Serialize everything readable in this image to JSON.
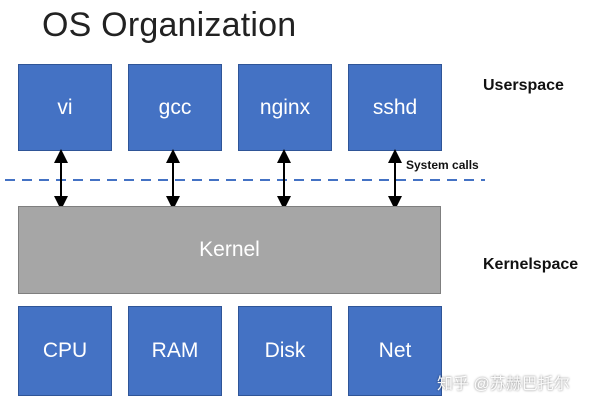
{
  "title": "OS Organization",
  "user_programs": [
    "vi",
    "gcc",
    "nginx",
    "sshd"
  ],
  "hardware": [
    "CPU",
    "RAM",
    "Disk",
    "Net"
  ],
  "kernel_label": "Kernel",
  "labels": {
    "userspace": "Userspace",
    "kernelspace": "Kernelspace",
    "system_calls": "System calls"
  },
  "watermark": "知乎 @苏赫巴托尔",
  "colors": {
    "box_blue": "#4472c4",
    "kernel_gray": "#a6a6a6",
    "dashed_line": "#4472c4"
  }
}
